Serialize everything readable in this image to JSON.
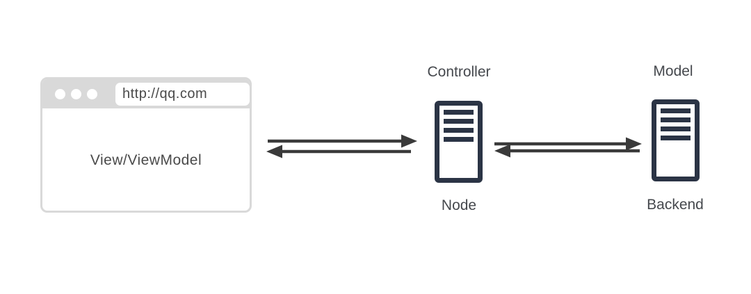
{
  "browser": {
    "url": "http://qq.com",
    "body_label": "View/ViewModel"
  },
  "node_server": {
    "top_label": "Controller",
    "bottom_label": "Node"
  },
  "backend_server": {
    "top_label": "Model",
    "bottom_label": "Backend"
  },
  "arrows": [
    {
      "name": "browser-to-node",
      "direction": "right"
    },
    {
      "name": "node-to-browser",
      "direction": "left"
    },
    {
      "name": "node-to-backend",
      "direction": "right"
    },
    {
      "name": "backend-to-node",
      "direction": "left"
    }
  ],
  "colors": {
    "frame_gray": "#d9d9d9",
    "server_navy": "#2b3445",
    "arrow_dark": "#3a3a3a",
    "label_gray": "#45484d",
    "text_dark": "#4a4a4a"
  }
}
